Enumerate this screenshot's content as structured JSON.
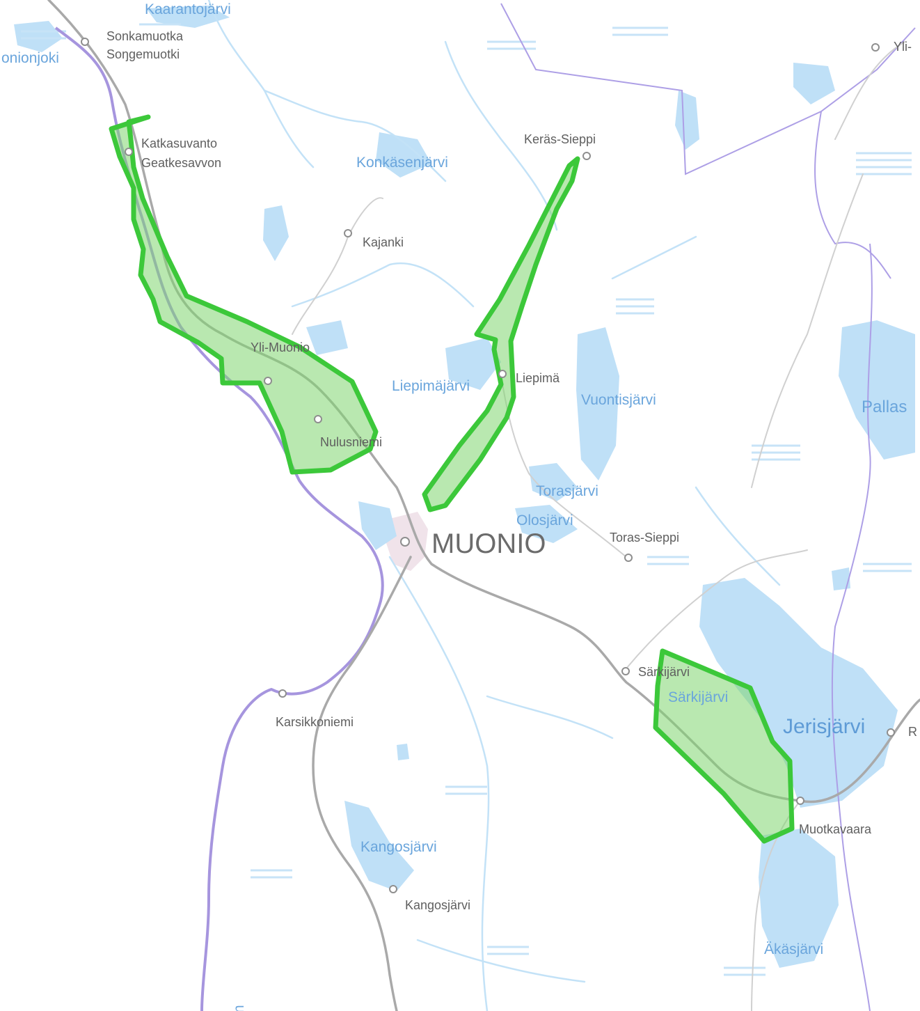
{
  "map": {
    "places": [
      {
        "id": "sonkamuotka",
        "text": "Sonkamuotka"
      },
      {
        "id": "sonjemuotki",
        "text": "Soŋgemuotki"
      },
      {
        "id": "katkasuvanto",
        "text": "Katkasuvanto"
      },
      {
        "id": "geatkesavvon",
        "text": "Geatkesavvon"
      },
      {
        "id": "keras_sieppi",
        "text": "Keräs-Sieppi"
      },
      {
        "id": "kajanki",
        "text": "Kajanki"
      },
      {
        "id": "yli_muonio",
        "text": "Yli-Muonio"
      },
      {
        "id": "liepima",
        "text": "Liepimä"
      },
      {
        "id": "nulusniemi",
        "text": "Nulusniemi"
      },
      {
        "id": "toras_sieppi",
        "text": "Toras-Sieppi"
      },
      {
        "id": "muonio",
        "text": "MUONIO"
      },
      {
        "id": "sarkijarvi_village",
        "text": "Särkijärvi"
      },
      {
        "id": "karsikkoniemi",
        "text": "Karsikkoniemi"
      },
      {
        "id": "muotkavaara",
        "text": "Muotkavaara"
      },
      {
        "id": "kangosjarvi_village",
        "text": "Kangosjärvi"
      },
      {
        "id": "yli_cut",
        "text": "Yli-"
      },
      {
        "id": "r_cut",
        "text": "R"
      }
    ],
    "waters": [
      {
        "id": "kaarantojarvi",
        "text": "Kaarantojärvi"
      },
      {
        "id": "muonionjoki",
        "text": "onionjoki"
      },
      {
        "id": "konkasenjarvi",
        "text": "Konkäsenjärvi"
      },
      {
        "id": "liepimajarvi",
        "text": "Liepimäjärvi"
      },
      {
        "id": "vuontisjarvi",
        "text": "Vuontisjärvi"
      },
      {
        "id": "torasjarvi",
        "text": "Torasjärvi"
      },
      {
        "id": "olosjarvi",
        "text": "Olosjärvi"
      },
      {
        "id": "sarkijarvi_lake",
        "text": "Särkijärvi"
      },
      {
        "id": "jerisjarvi",
        "text": "Jerisjärvi"
      },
      {
        "id": "pallas",
        "text": "Pallas"
      },
      {
        "id": "kangosjarvi_lake",
        "text": "Kangosjärvi"
      },
      {
        "id": "akasjarvi",
        "text": "Äkäsjärvi"
      },
      {
        "id": "bottom_river",
        "text": "n"
      }
    ],
    "highlighted_areas": [
      {
        "id": "northwest-zone",
        "name": ""
      },
      {
        "id": "liepima-zone",
        "name": ""
      },
      {
        "id": "sarkijarvi-zone",
        "name": ""
      }
    ],
    "colors": {
      "background": "#ffffff",
      "water": "#bfe0f7",
      "zone_fill": "#80d670",
      "zone_stroke": "#3cc83a",
      "national_border": "#a695de",
      "road": "#a9a9a9"
    }
  }
}
